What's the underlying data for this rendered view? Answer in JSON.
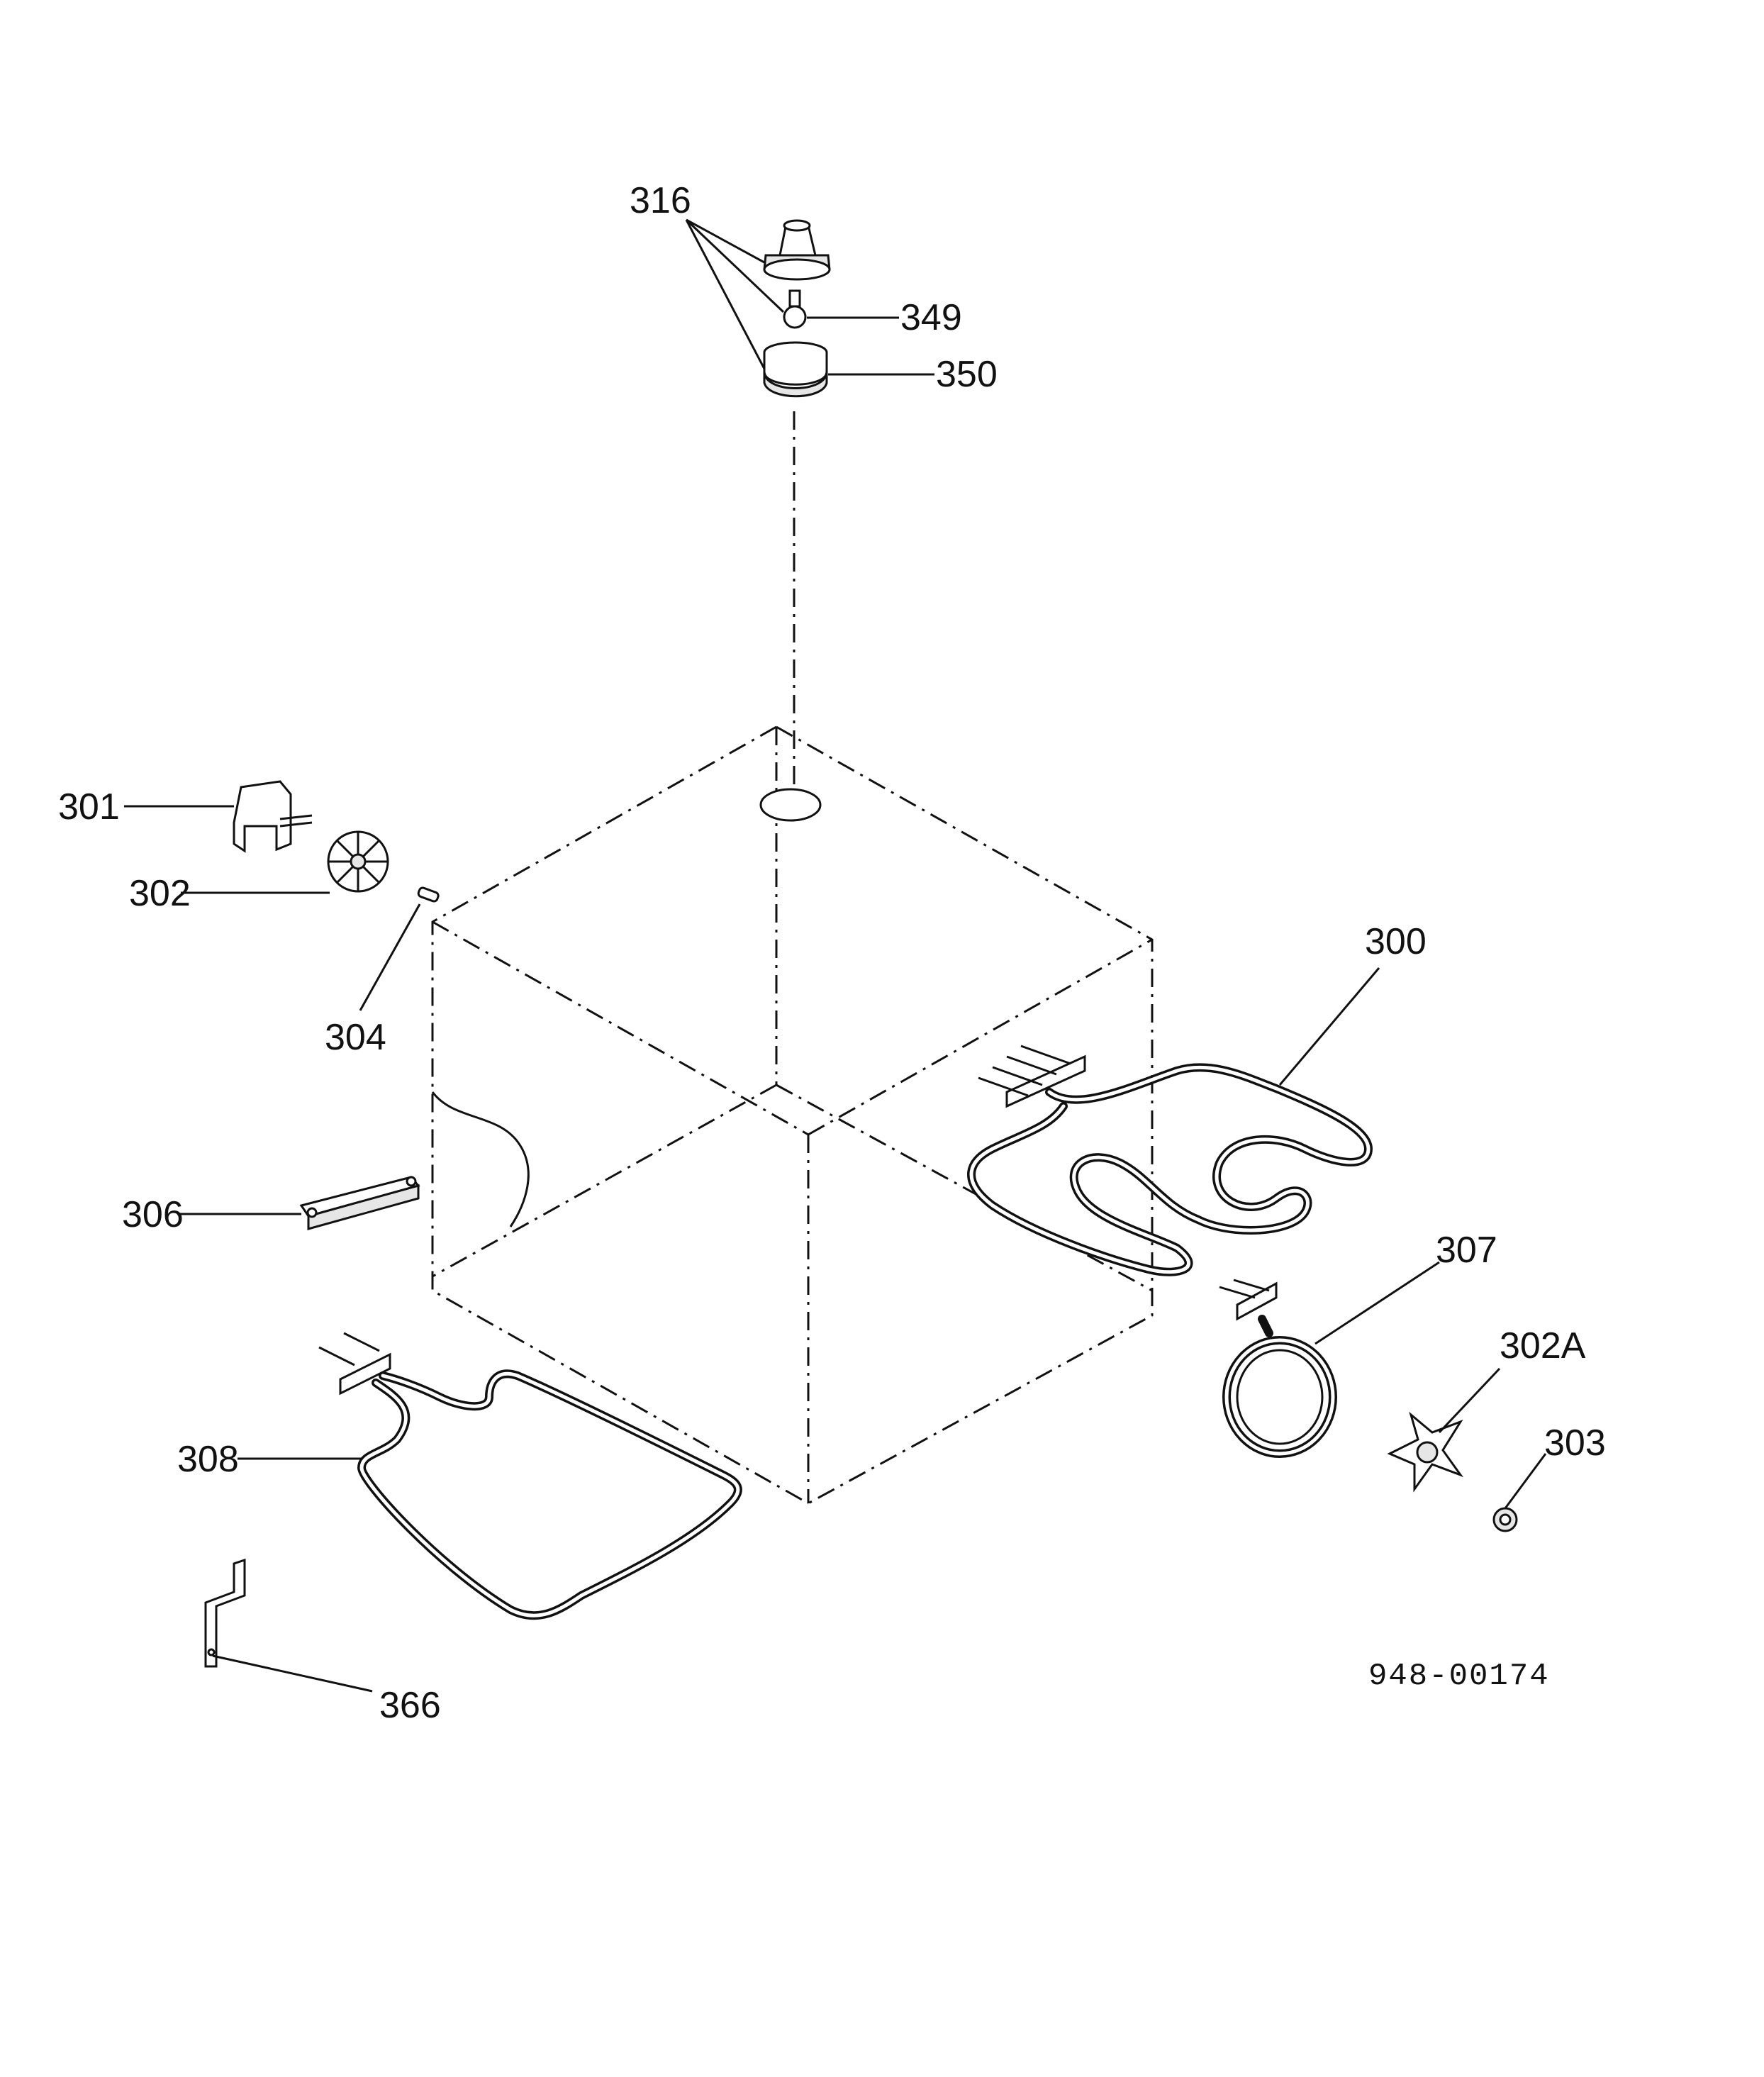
{
  "labels": {
    "l316": "316",
    "l349": "349",
    "l350": "350",
    "l301": "301",
    "l302": "302",
    "l304": "304",
    "l300": "300",
    "l306": "306",
    "l307": "307",
    "l302a": "302A",
    "l303": "303",
    "l308": "308",
    "l366": "366"
  },
  "drawing_code": "948-00174"
}
